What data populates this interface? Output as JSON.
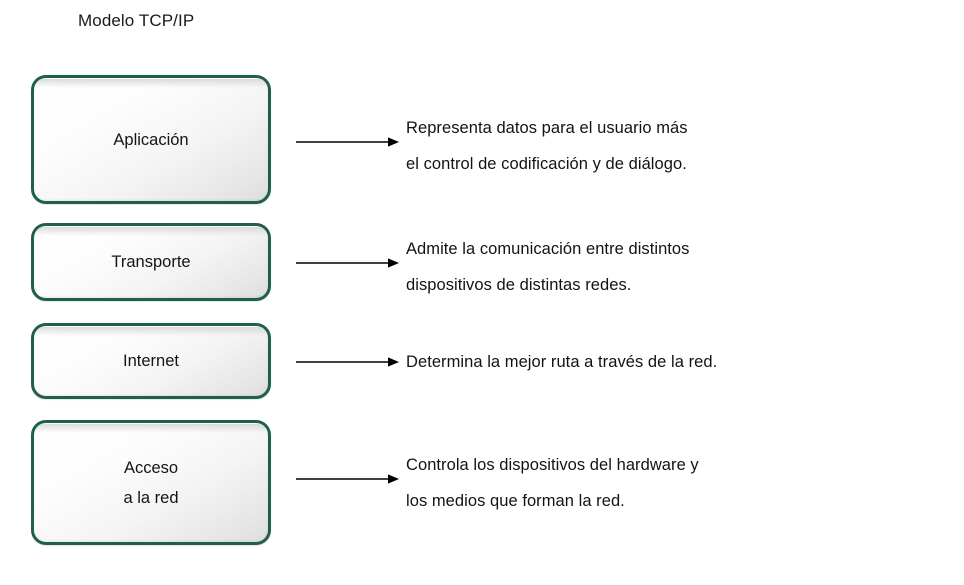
{
  "diagram": {
    "title": "Modelo TCP/IP",
    "accent_color": "#1f5f4e",
    "text_color": "#131313",
    "background_color": "#ffffff",
    "layers": [
      {
        "id": "application",
        "label_line1": "Aplicación",
        "label_line2": "",
        "description_line1": "Representa datos para el usuario más",
        "description_line2": "el control de codificación y de diálogo."
      },
      {
        "id": "transport",
        "label_line1": "Transporte",
        "label_line2": "",
        "description_line1": "Admite la comunicación entre distintos",
        "description_line2": "dispositivos de distintas redes."
      },
      {
        "id": "internet",
        "label_line1": "Internet",
        "label_line2": "",
        "description_line1": "Determina la mejor ruta a través de la red.",
        "description_line2": ""
      },
      {
        "id": "network-access",
        "label_line1": "Acceso",
        "label_line2": "a la red",
        "description_line1": "Controla los dispositivos del hardware y",
        "description_line2": "los medios que forman la red."
      }
    ]
  }
}
